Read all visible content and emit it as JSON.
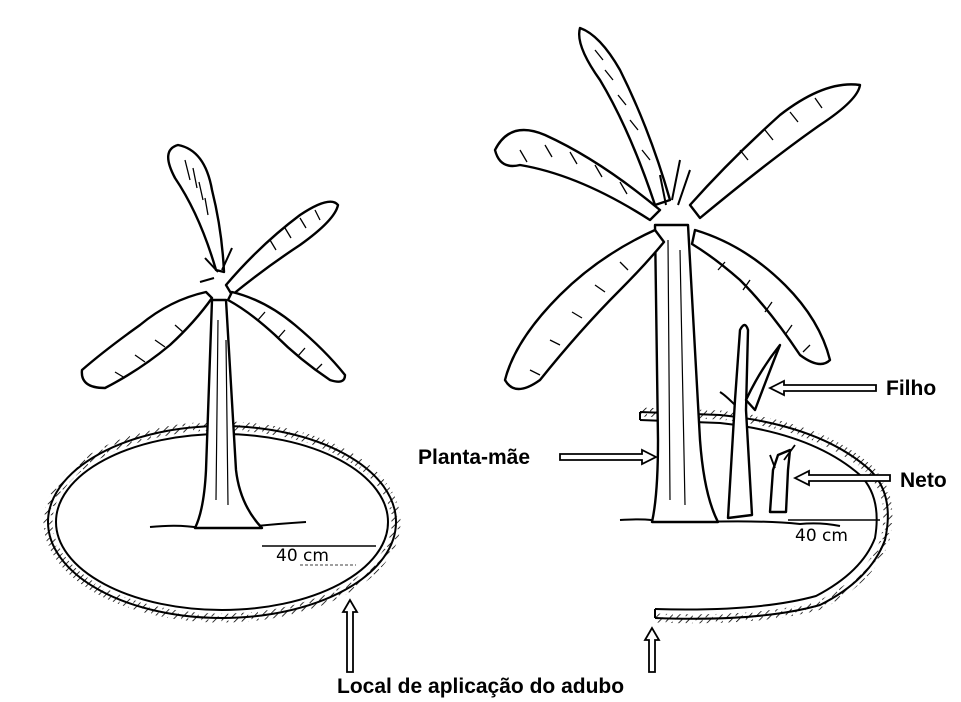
{
  "labels": {
    "filho": "Filho",
    "planta_mae": "Planta-mãe",
    "neto": "Neto",
    "distance_left": "40 cm",
    "distance_right": "40 cm",
    "caption": "Local de aplicação do adubo"
  },
  "colors": {
    "ink": "#000000",
    "paper": "#ffffff"
  }
}
